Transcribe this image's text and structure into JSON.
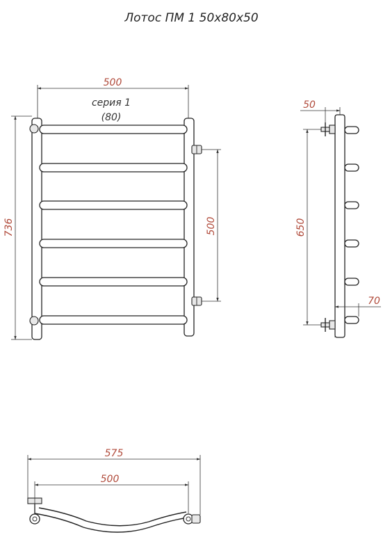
{
  "title": "Лотос ПМ 1  50х80х50",
  "front_view": {
    "dim_width": "500",
    "series_label": "серия 1",
    "series_sub": "(80)",
    "dim_height": "736",
    "dim_connection": "500"
  },
  "side_view": {
    "dim_offset_top": "50",
    "dim_height": "650",
    "dim_offset_bottom": "70"
  },
  "top_view": {
    "dim_overall": "575",
    "dim_width": "500"
  },
  "colors": {
    "dimension_text": "#b04a3a",
    "lines": "#222222"
  }
}
